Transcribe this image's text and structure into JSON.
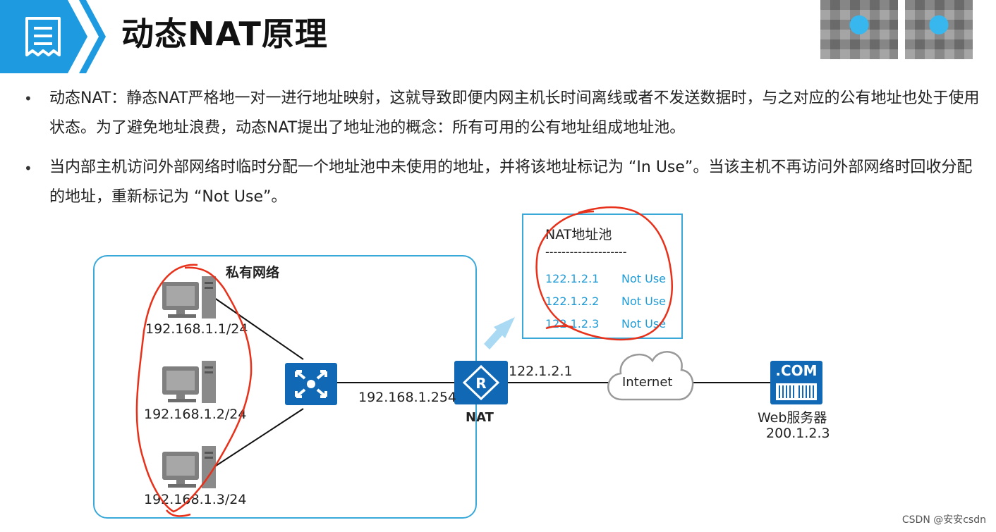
{
  "header": {
    "title": "动态NAT原理"
  },
  "bullets": [
    "动态NAT：静态NAT严格地一对一进行地址映射，这就导致即便内网主机长时间离线或者不发送数据时，与之对应的公有地址也处于使用状态。为了避免地址浪费，动态NAT提出了地址池的概念：所有可用的公有地址组成地址池。",
    "当内部主机访问外部网络时临时分配一个地址池中未使用的地址，并将该地址标记为 “In Use”。当该主机不再访问外部网络时回收分配的地址，重新标记为 “Not Use”。"
  ],
  "diagram": {
    "private_network_label": "私有网络",
    "hosts": [
      {
        "ip": "192.168.1.1/24"
      },
      {
        "ip": "192.168.1.2/24"
      },
      {
        "ip": "192.168.1.3/24"
      }
    ],
    "router_inside_ip": "192.168.1.254",
    "router_label": "NAT",
    "router_outside_ip": "122.1.2.1",
    "internet_label": "Internet",
    "server_badge": ".COM",
    "server_label": "Web服务器",
    "server_ip": "200.1.2.3",
    "pool": {
      "title": "NAT地址池",
      "separator": "--------------------",
      "entries": [
        {
          "ip": "122.1.2.1",
          "status": "Not Use"
        },
        {
          "ip": "122.1.2.2",
          "status": "Not Use"
        },
        {
          "ip": "122.1.2.3",
          "status": "Not Use"
        }
      ]
    }
  },
  "watermark": "CSDN @安安csdn",
  "colors": {
    "accent_blue": "#1e9be0",
    "device_blue": "#1169b5",
    "annotation_red": "#e8311a"
  }
}
